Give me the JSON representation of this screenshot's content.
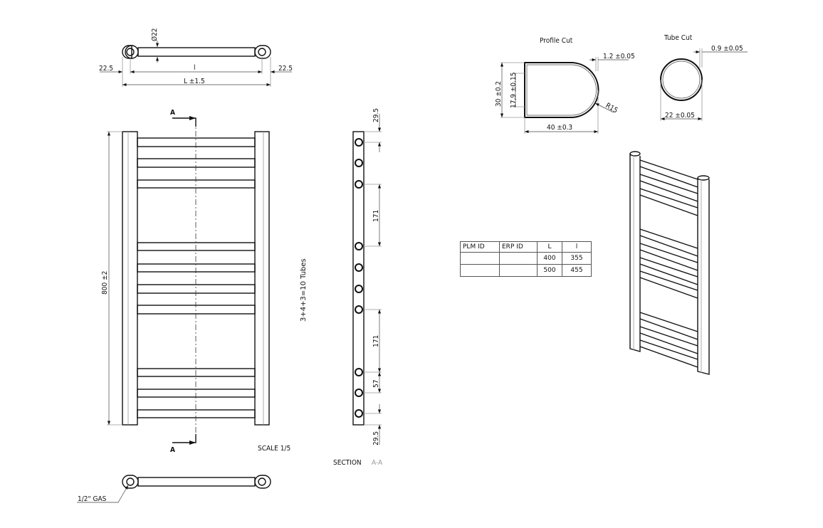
{
  "top_view": {
    "diameter": "Ø22",
    "left_offset": "22.5",
    "right_offset": "22.5",
    "inner_length": "l",
    "overall_length": "L ±1.5"
  },
  "front_view": {
    "height": "800 ±2",
    "section_marker": "A",
    "tubes_note": "3+4+3=10 Tubes",
    "scale_label": "SCALE  1/5"
  },
  "section_view": {
    "dims": [
      "29.5",
      "171",
      "171",
      "57",
      "29.5"
    ],
    "title": "SECTION",
    "section_id": "A-A"
  },
  "bottom_view": {
    "connection_label": "1/2\" GAS"
  },
  "profile_cut": {
    "title": "Profile Cut",
    "wall": "1.2 ±0.05",
    "height": "30 ±0.2",
    "inner_height": "17,9 ±0.15",
    "radius": "R15",
    "width": "40 ±0.3"
  },
  "tube_cut": {
    "title": "Tube Cut",
    "wall": "0.9 ±0.05",
    "diameter": "22 ±0.05"
  },
  "table": {
    "headers": [
      "PLM ID",
      "ERP ID",
      "L",
      "l"
    ],
    "rows": [
      [
        "",
        "",
        "400",
        "355"
      ],
      [
        "",
        "",
        "500",
        "455"
      ]
    ]
  }
}
